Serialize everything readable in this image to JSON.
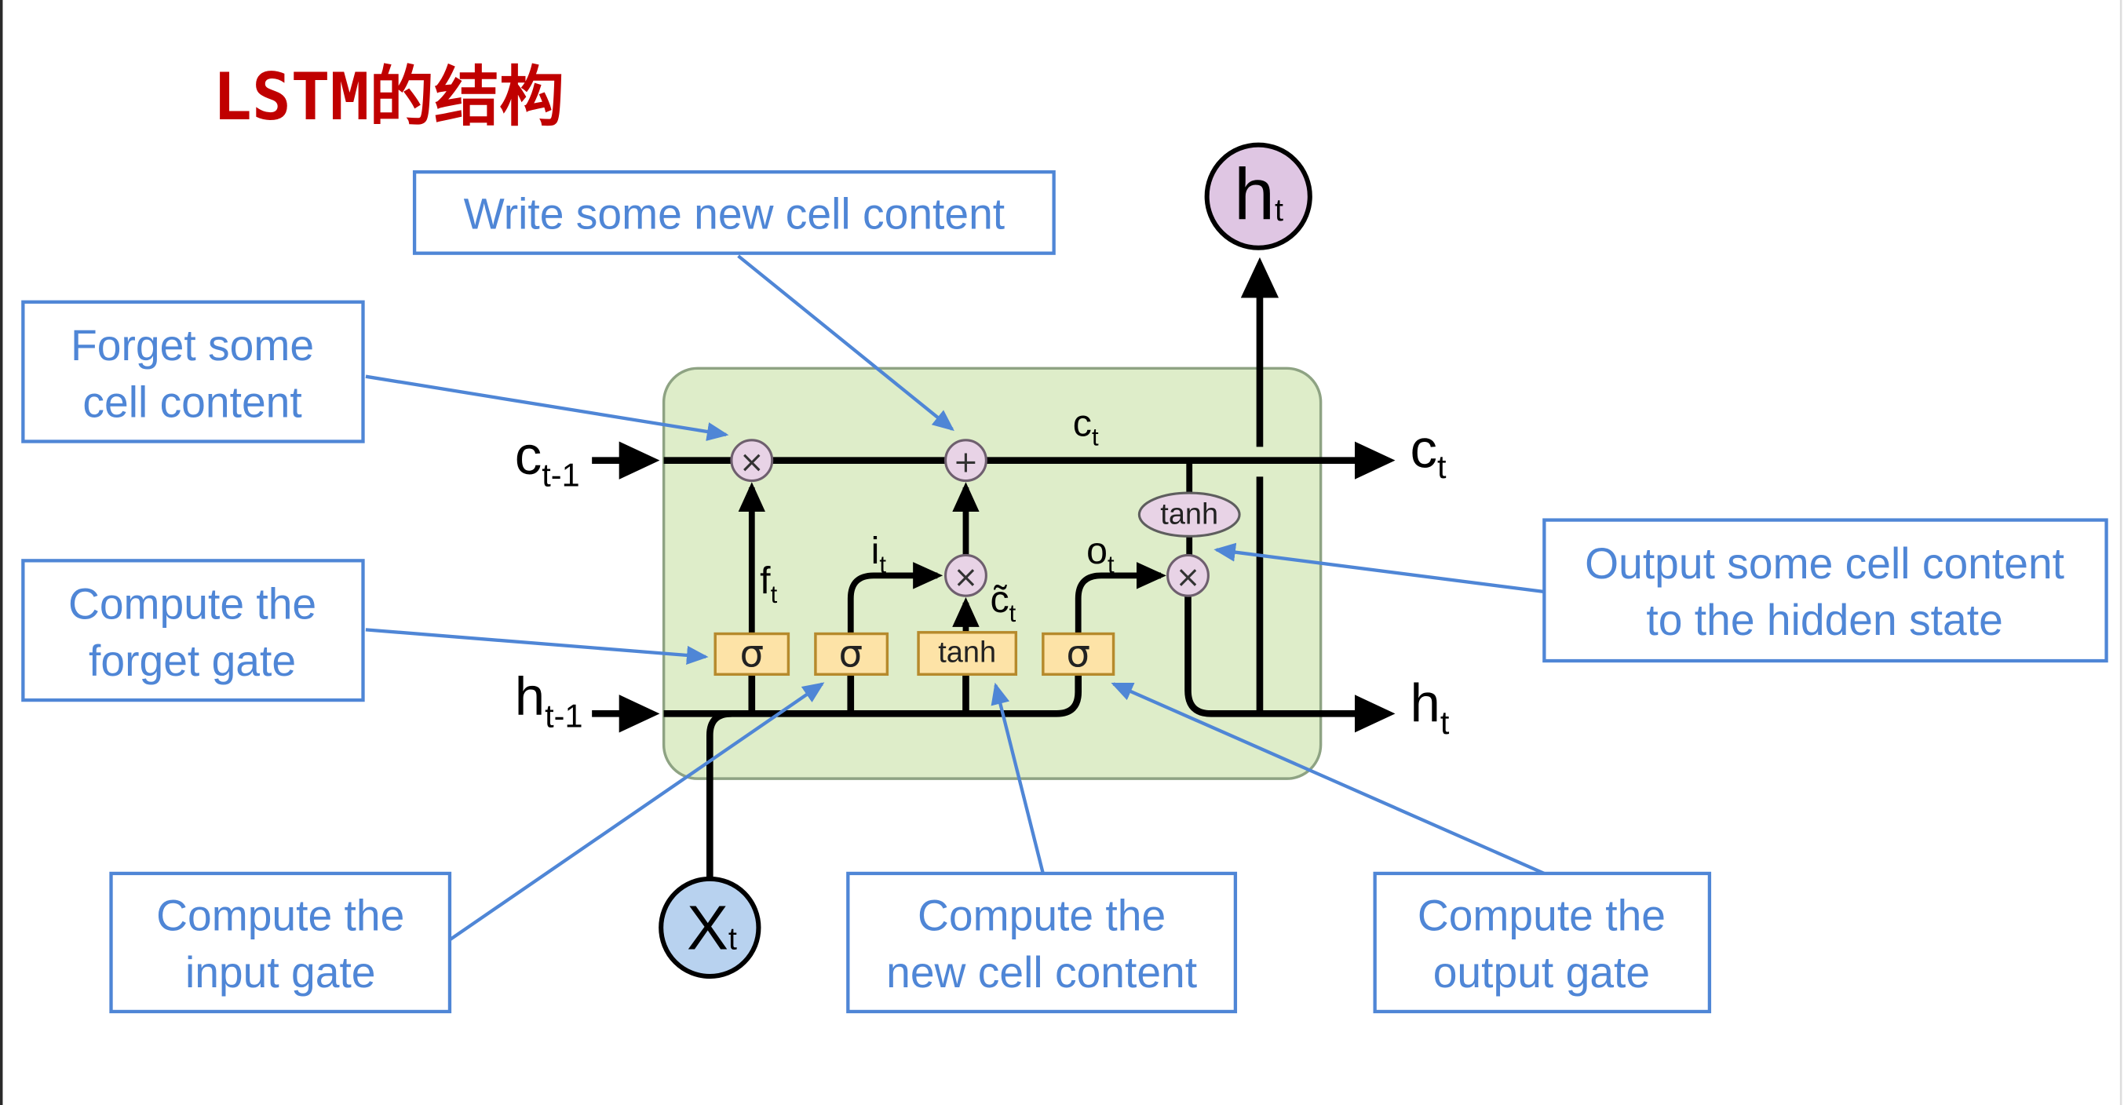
{
  "title": "LSTM的结构",
  "colors": {
    "title": "#c00000",
    "callout": "#4f86d6",
    "cell_fill": "#deedc9",
    "gate_fill": "#fde3a7",
    "op_fill": "#e8d3e6",
    "h_node_fill": "#dfc6e3",
    "x_node_fill": "#b8d2ef"
  },
  "diagram": {
    "inputs": {
      "c_prev": {
        "base": "c",
        "sub": "t-1"
      },
      "h_prev": {
        "base": "h",
        "sub": "t-1"
      },
      "x": {
        "base": "X",
        "sub": "t"
      }
    },
    "outputs": {
      "c_out": {
        "base": "c",
        "sub": "t"
      },
      "h_out": {
        "base": "h",
        "sub": "t"
      },
      "h_node": {
        "base": "h",
        "sub": "t"
      }
    },
    "cell_state": {
      "base": "c",
      "sub": "t"
    },
    "signals": {
      "forget": {
        "base": "f",
        "sub": "t"
      },
      "input": {
        "base": "i",
        "sub": "t"
      },
      "candidate": {
        "base": "c̃",
        "sub": "t"
      },
      "output": {
        "base": "o",
        "sub": "t"
      }
    },
    "gates": {
      "forget": "σ",
      "input": "σ",
      "candidate": "tanh",
      "output": "σ"
    },
    "output_activation": "tanh",
    "ops": {
      "forget_mul": "×",
      "add": "+",
      "input_mul": "×",
      "output_mul": "×"
    }
  },
  "callouts": {
    "write_cell": [
      "Write some new cell content"
    ],
    "forget_cell": [
      "Forget some",
      "cell content"
    ],
    "forget_gate": [
      "Compute the",
      "forget gate"
    ],
    "output_cell": [
      "Output some cell content",
      "to the hidden state"
    ],
    "input_gate": [
      "Compute the",
      "input gate"
    ],
    "new_cell": [
      "Compute the",
      "new cell content"
    ],
    "output_gate": [
      "Compute the",
      "output gate"
    ]
  }
}
